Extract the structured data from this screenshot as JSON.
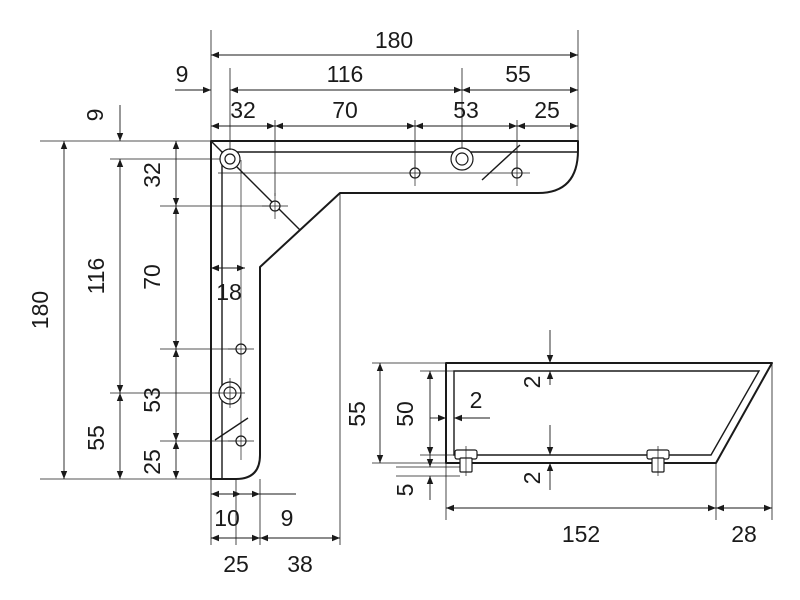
{
  "colors": {
    "line": "#1a1a1a",
    "background": "#ffffff"
  },
  "bracket_dims": {
    "overall_width": "180",
    "edge_offset_top": "9",
    "hole_span_top": "116",
    "tip_to_hole_top": "55",
    "first_hole_top": "32",
    "second_hole_top": "70",
    "third_hole_top": "53",
    "last_hole_top": "25",
    "edge_offset_left": "9",
    "overall_height": "180",
    "hole_span_left": "116",
    "tip_to_hole_left": "55",
    "first_hole_left": "32",
    "second_hole_left": "70",
    "third_hole_left": "53",
    "last_hole_left": "25",
    "arm_thickness": "18",
    "hole_offset_bottom": "10",
    "web_offset_bottom": "9",
    "arm_width_bottom": "25",
    "web_width_bottom": "38"
  },
  "side_view_dims": {
    "overall_height": "55",
    "inner_height": "50",
    "wall_thickness": "2",
    "top_gap": "2",
    "bottom_gap": "2",
    "foot_height": "5",
    "base_length": "152",
    "taper_length": "28"
  }
}
